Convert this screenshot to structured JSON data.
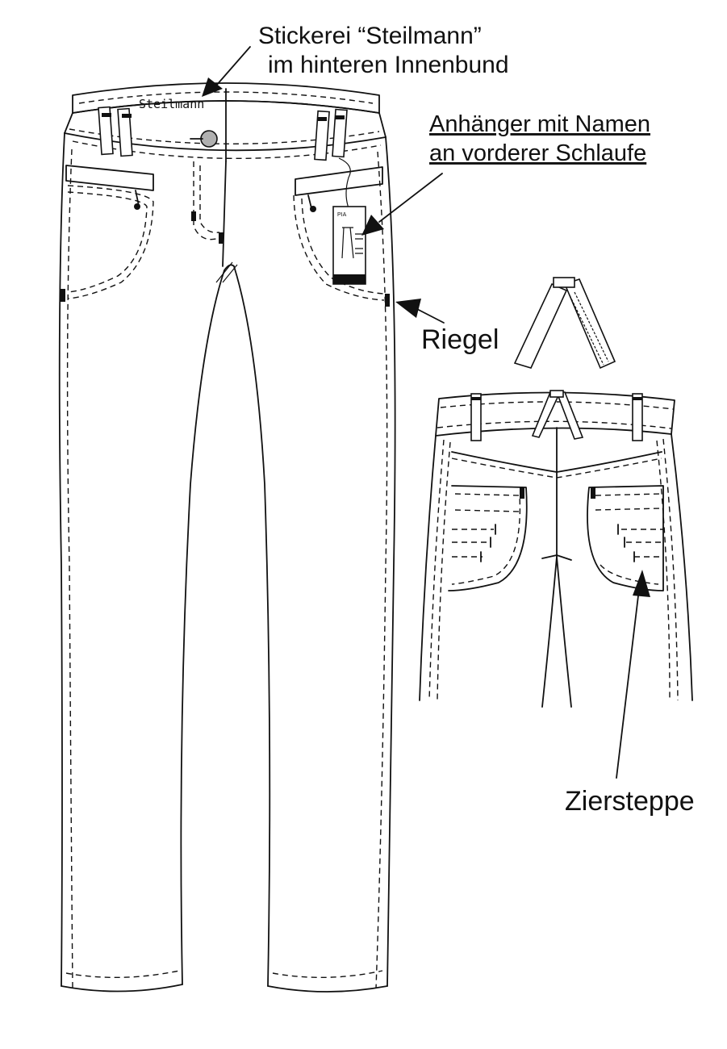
{
  "annotations": {
    "embroidery_line1": "Stickerei “Steilmann”",
    "embroidery_line2": "im hinteren Innenbund",
    "hangtag_line1": "Anhänger mit Namen",
    "hangtag_line2": "an vorderer Schlaufe",
    "bartack": "Riegel",
    "decorative_stitch": "Ziersteppe"
  },
  "garment": {
    "waistband_embroidery": "Steilmann",
    "hangtag_model": "PIA"
  },
  "colors": {
    "line": "#111111",
    "button": "#b0b0b0",
    "background": "#ffffff"
  }
}
